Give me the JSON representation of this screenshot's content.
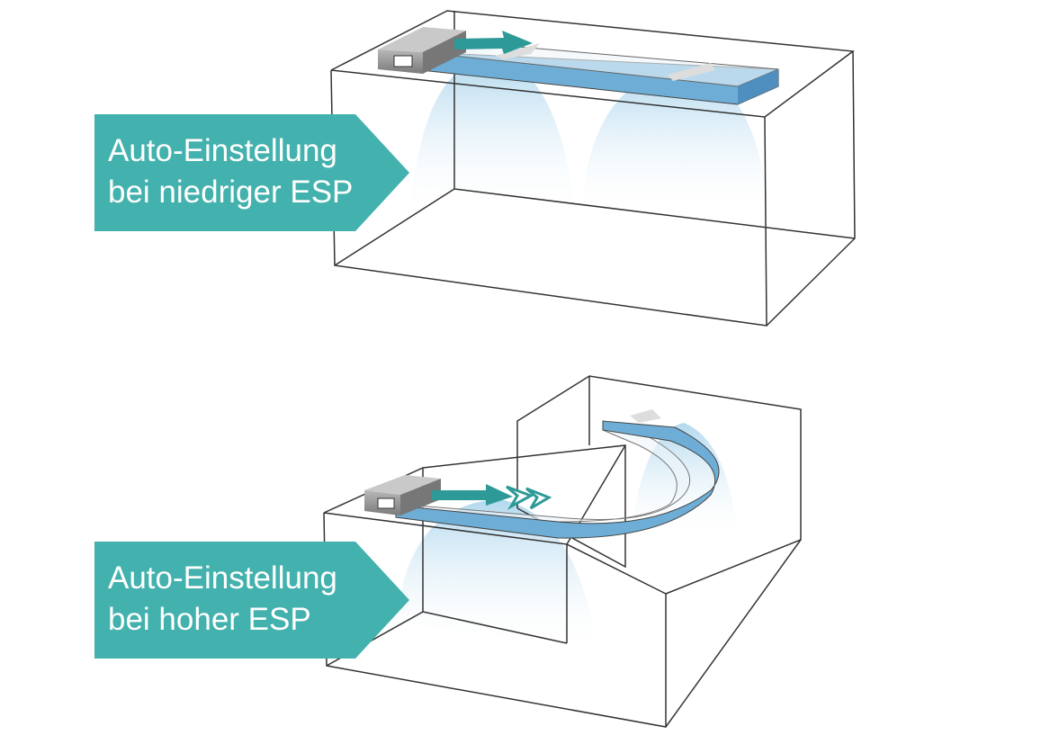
{
  "labels": {
    "low_esp": {
      "line1": "Auto-Einstellung",
      "line2": "bei niedriger ESP"
    },
    "high_esp": {
      "line1": "Auto-Einstellung",
      "line2": "bei hoher ESP"
    }
  },
  "colors": {
    "label_bg": "#43b1ad",
    "arrow": "#2e9a98",
    "duct": "#6eaed6",
    "airflow": "#bfe0f0",
    "unit": "#8c8c8c"
  }
}
